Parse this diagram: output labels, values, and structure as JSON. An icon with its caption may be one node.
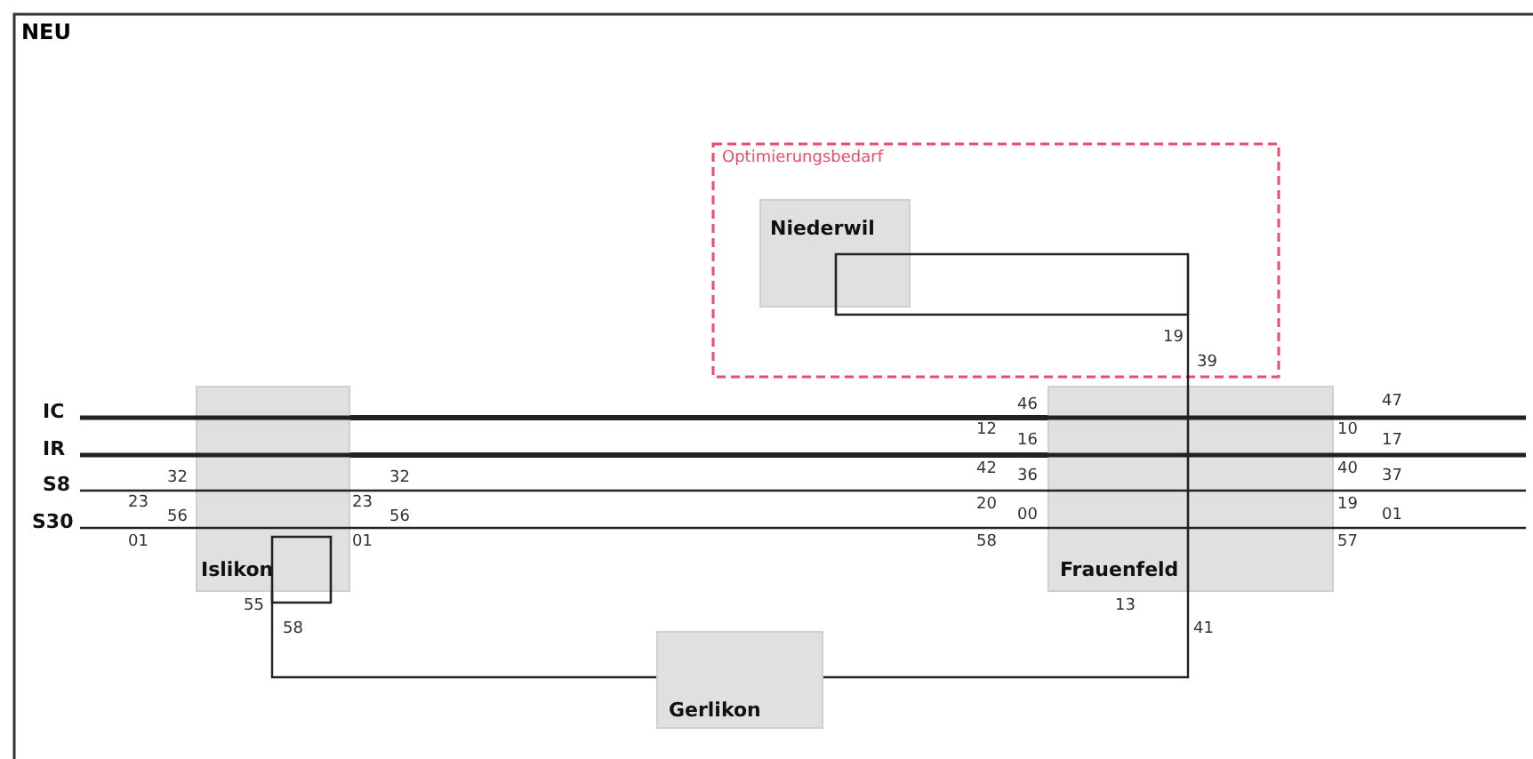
{
  "diagram": {
    "title": "NEU",
    "nodes": [
      {
        "text": [
          "Optimierungsbedarf"
        ]
      },
      {
        "text": [
          "Niederwil"
        ],
        "in": 0
      },
      {
        "text": [
          "Islikon"
        ]
      },
      {
        "text": [
          "Frauenfeld"
        ]
      },
      {
        "text": [
          "Gerlikon"
        ]
      }
    ],
    "edges": [
      {
        "from": 2,
        "to": 3,
        "arrow": "none",
        "style": "thick"
      },
      {
        "from": 2,
        "to": 3,
        "arrow": "none",
        "style": "thick"
      },
      {
        "from": 2,
        "to": 3,
        "arrow": "none"
      },
      {
        "from": 2,
        "to": 3,
        "arrow": "none"
      },
      {
        "from": 2,
        "to": 4,
        "arrow": "none"
      },
      {
        "from": 4,
        "to": 3,
        "arrow": "none"
      },
      {
        "from": 3,
        "to": 1,
        "arrow": "none"
      }
    ],
    "labels": [
      "19",
      "39",
      "46",
      "47",
      "IC",
      "12",
      "10",
      "IR",
      "16",
      "17",
      "32",
      "32",
      "42",
      "36",
      "40",
      "37",
      "S8",
      "23",
      "23",
      "20",
      "19",
      "S30",
      "56",
      "56",
      "00",
      "01",
      "01",
      "01",
      "58",
      "57",
      "55",
      "13",
      "58",
      "41"
    ]
  }
}
